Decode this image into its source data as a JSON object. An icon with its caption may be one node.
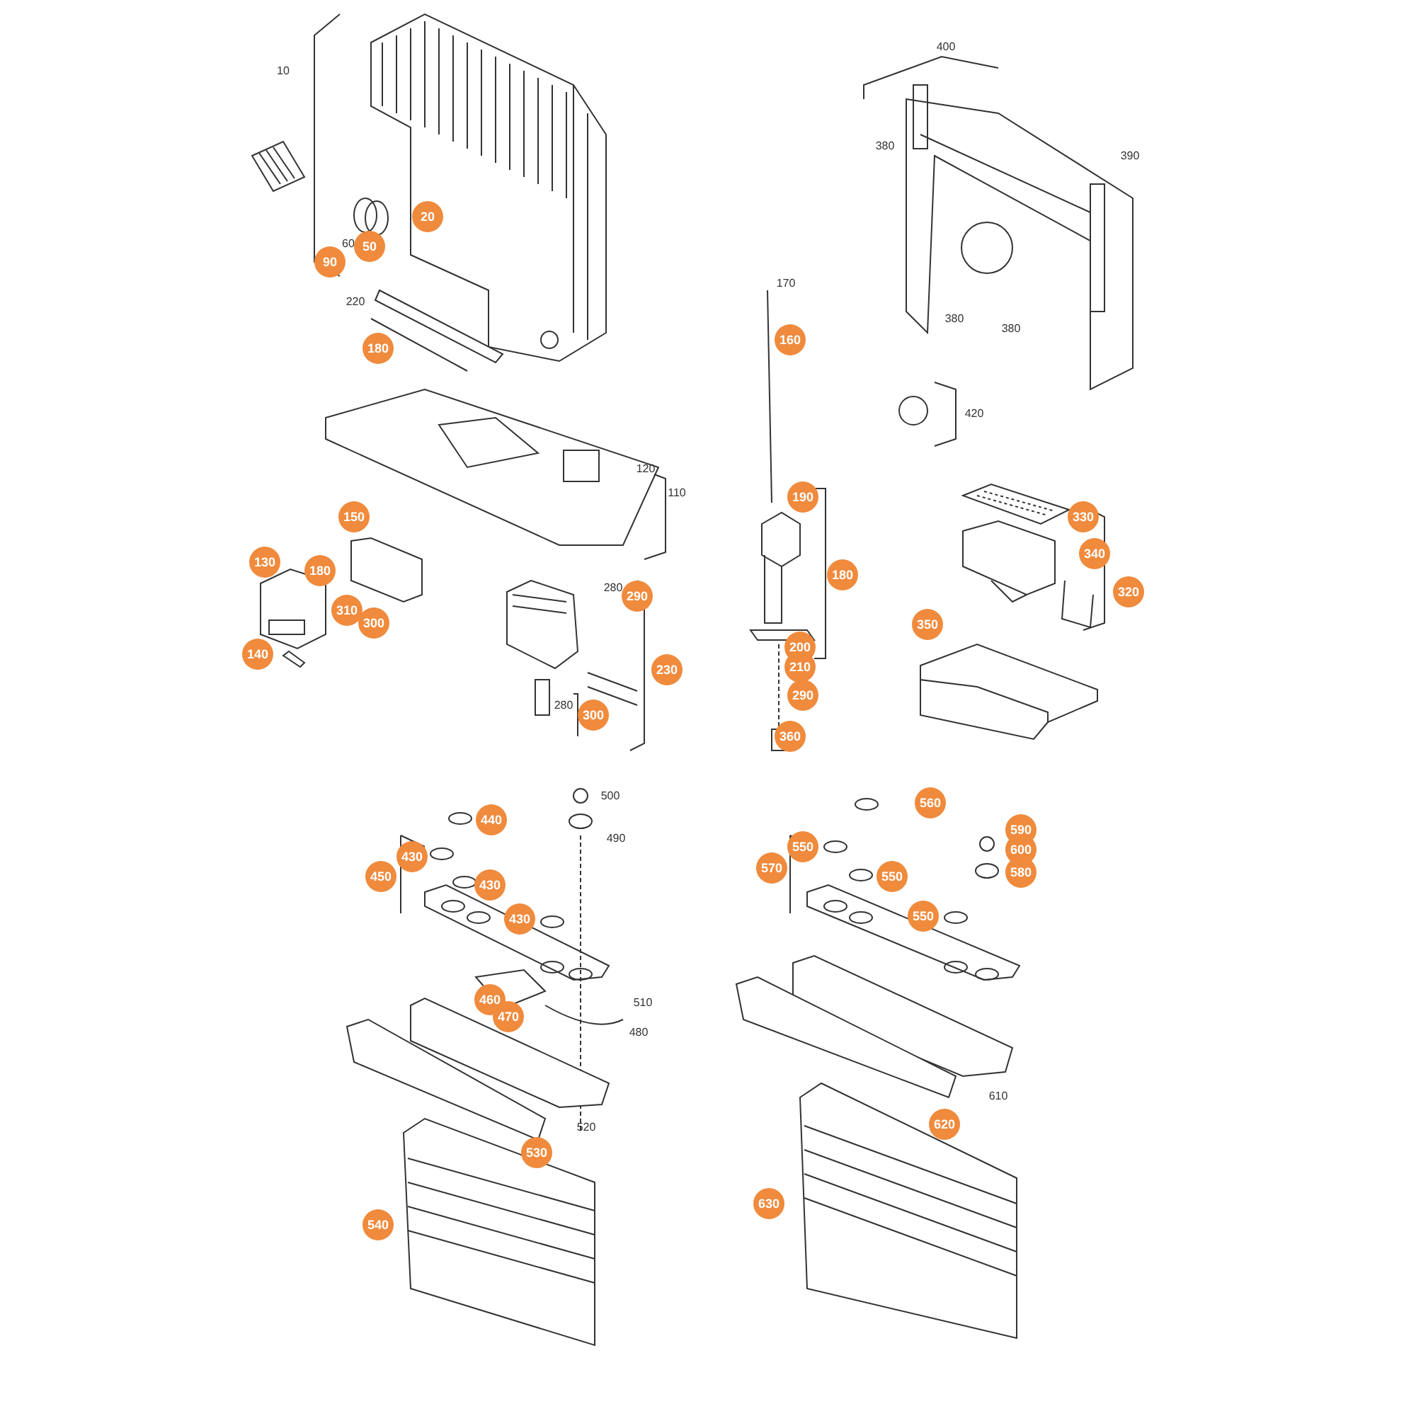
{
  "diagram": {
    "labels": [
      "10",
      "400",
      "380",
      "390",
      "20",
      "60",
      "50",
      "90",
      "170",
      "220",
      "380",
      "380",
      "160",
      "180",
      "420",
      "120",
      "110",
      "190",
      "150",
      "330",
      "130",
      "180",
      "180",
      "280",
      "290",
      "340",
      "320",
      "310",
      "300",
      "350",
      "140",
      "200",
      "230",
      "210",
      "290",
      "280",
      "300",
      "360",
      "500",
      "440",
      "560",
      "490",
      "590",
      "430",
      "550",
      "600",
      "450",
      "430",
      "550",
      "580",
      "570",
      "430",
      "550",
      "460",
      "510",
      "470",
      "480",
      "610",
      "520",
      "620",
      "530",
      "630",
      "540"
    ]
  }
}
